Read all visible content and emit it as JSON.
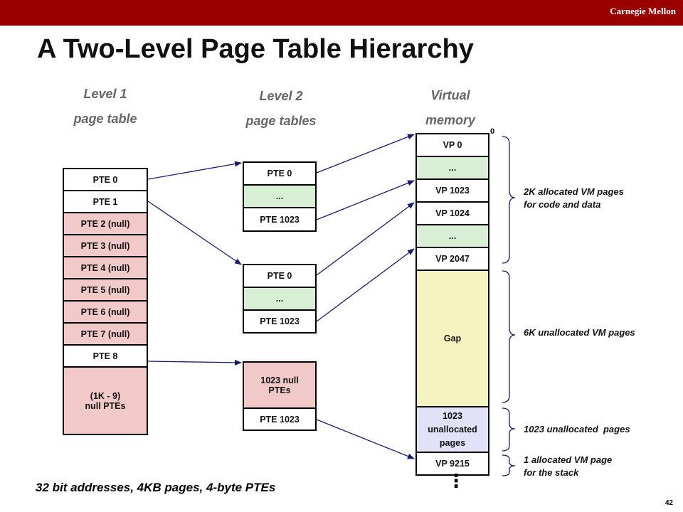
{
  "header": {
    "brand": "Carnegie Mellon"
  },
  "title": "A Two-Level Page Table Hierarchy",
  "columns": {
    "level1": [
      "Level 1",
      "page table"
    ],
    "level2": [
      "Level 2",
      "page tables"
    ],
    "virtual": [
      "Virtual",
      "memory"
    ]
  },
  "level1_table": [
    "PTE 0",
    "PTE 1",
    "PTE 2 (null)",
    "PTE 3 (null)",
    "PTE 4 (null)",
    "PTE 5 (null)",
    "PTE 6 (null)",
    "PTE 7 (null)",
    "PTE 8",
    "(1K - 9)\nnull PTEs"
  ],
  "level2_tables": [
    [
      "PTE 0",
      "...",
      "PTE 1023"
    ],
    [
      "PTE 0",
      "...",
      "PTE 1023"
    ],
    [
      "1023 null\nPTEs",
      "PTE 1023"
    ]
  ],
  "virtual_memory": {
    "start_label": "0",
    "cells": [
      "VP 0",
      "...",
      "VP 1023",
      "VP 1024",
      "...",
      "VP 2047",
      "Gap",
      "1023\nunallocated\npages",
      "VP 9215"
    ],
    "more": "⋮"
  },
  "annotations": [
    "2K allocated VM pages\nfor code and data",
    "6K unallocated VM pages",
    "1023 unallocated  pages",
    "1 allocated VM page\nfor the stack"
  ],
  "footnote": "32 bit addresses, 4KB pages, 4-byte PTEs",
  "page_number": "42",
  "colors": {
    "topbar": "#990000",
    "null_pte": "#f2c9c9",
    "ellipsis_cell": "#d8efd6",
    "gap": "#f5f3c0",
    "unallocated": "#e1e1f7",
    "arrow": "#1a1a6e"
  }
}
